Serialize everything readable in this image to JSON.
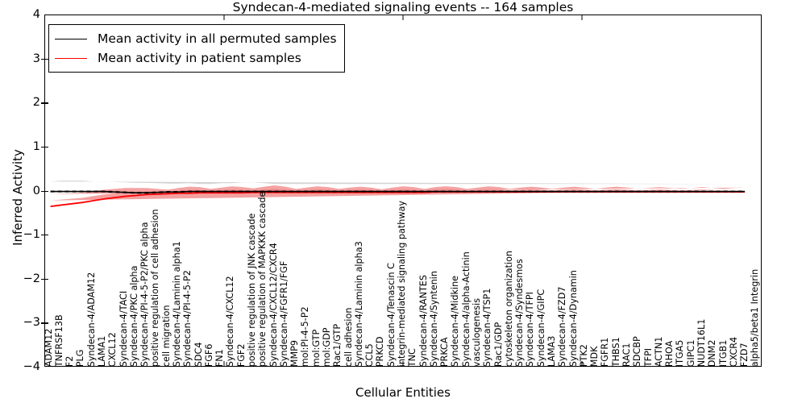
{
  "chart_data": {
    "type": "line",
    "title": "Syndecan-4-mediated signaling events -- 164 samples",
    "xlabel": "Cellular Entities",
    "ylabel": "Inferred Activity",
    "ylim": [
      -4,
      4
    ],
    "yticks": [
      4,
      3,
      2,
      1,
      0,
      -1,
      -2,
      -3,
      -4
    ],
    "grid": false,
    "legend_position": "upper left",
    "colors": {
      "permuted_line": "#000000",
      "patient_line": "#ff0000",
      "patient_band": "#f08080",
      "permuted_band": "#cccccc"
    },
    "legend": [
      {
        "label": "Mean activity in all permuted samples",
        "color": "#000000"
      },
      {
        "label": "Mean activity in patient samples",
        "color": "#ff0000"
      }
    ],
    "categories": [
      "ADAM12",
      "TNFRSF13B",
      "F2",
      "PLG",
      "Syndecan-4/ADAM12",
      "LAMA1",
      "CXCL12",
      "Syndecan-4/TACI",
      "Syndecan-4/PKC alpha",
      "Syndecan-4/PI-4-5-P2/PKC alpha",
      "positive regulation of cell adhesion",
      "cell migration",
      "Syndecan-4/Laminin alpha1",
      "Syndecan-4/PI-4-5-P2",
      "SDC4",
      "FGF6",
      "FN1",
      "Syndecan-4/CXCL12",
      "FGF2",
      "positive regulation of JNK cascade",
      "positive regulation of MAPKKK cascade",
      "Syndecan-4/CXCL12/CXCR4",
      "Syndecan-4/FGFR1/FGF",
      "MMP9",
      "mol:PI-4-5-P2",
      "mol:GTP",
      "mol:GDP",
      "Rac1/GTP",
      "cell adhesion",
      "Syndecan-4/Laminin alpha3",
      "CCL5",
      "PRKCD",
      "Syndecan-4/Tenascin C",
      "integrin-mediated signaling pathway",
      "TNC",
      "Syndecan-4/RANTES",
      "Syndecan-4/Syntenin",
      "PRKCA",
      "Syndecan-4/Midkine",
      "Syndecan-4/alpha-Actinin",
      "vasculogenesis",
      "Syndecan-4/TSP1",
      "Rac1/GDP",
      "cytoskeleton organization",
      "Syndecan-4/Syndesmos",
      "Syndecan-4/TFPI",
      "Syndecan-4/GIPC",
      "LAMA3",
      "Syndecan-4/FZD7",
      "Syndecan-4/Dynamin",
      "PTK2",
      "MDK",
      "FGFR1",
      "THBS1",
      "RAC1",
      "SDCBP",
      "TFPI",
      "ACTN1",
      "RHOA",
      "ITGA5",
      "GIPC1",
      "NUDT16L1",
      "DNM2",
      "ITGB1",
      "CXCR4",
      "FZD7",
      "alpha5/beta1 Integrin"
    ],
    "series": [
      {
        "name": "Mean activity in all permuted samples",
        "color": "#000000",
        "style": "dashed",
        "values": [
          -0.02,
          -0.02,
          -0.02,
          -0.02,
          -0.02,
          -0.02,
          -0.03,
          -0.04,
          -0.05,
          -0.05,
          -0.04,
          -0.03,
          -0.03,
          -0.02,
          -0.02,
          -0.02,
          -0.02,
          -0.02,
          -0.02,
          -0.02,
          -0.02,
          -0.02,
          -0.02,
          -0.02,
          -0.02,
          -0.02,
          -0.02,
          -0.02,
          -0.02,
          -0.02,
          -0.02,
          -0.02,
          -0.02,
          -0.02,
          -0.02,
          -0.02,
          -0.02,
          -0.02,
          -0.02,
          -0.02,
          -0.02,
          -0.02,
          -0.02,
          -0.02,
          -0.02,
          -0.02,
          -0.02,
          -0.02,
          -0.02,
          -0.02,
          -0.02,
          -0.02,
          -0.02,
          -0.02,
          -0.02,
          -0.02,
          -0.02,
          -0.02,
          -0.02,
          -0.02,
          -0.02,
          -0.02,
          -0.02,
          -0.02,
          -0.02,
          -0.02
        ],
        "band_halfwidth": [
          0.12,
          0.13,
          0.13,
          0.13,
          0.12,
          0.12,
          0.12,
          0.12,
          0.12,
          0.12,
          0.11,
          0.1,
          0.1,
          0.1,
          0.09,
          0.09,
          0.1,
          0.1,
          0.11,
          0.11,
          0.1,
          0.09,
          0.09,
          0.09,
          0.09,
          0.09,
          0.09,
          0.09,
          0.09,
          0.09,
          0.09,
          0.09,
          0.09,
          0.09,
          0.09,
          0.09,
          0.09,
          0.09,
          0.09,
          0.09,
          0.09,
          0.09,
          0.09,
          0.09,
          0.09,
          0.09,
          0.09,
          0.09,
          0.09,
          0.09,
          0.09,
          0.09,
          0.09,
          0.09,
          0.09,
          0.09,
          0.09,
          0.09,
          0.09,
          0.09,
          0.09,
          0.09,
          0.09,
          0.09,
          0.09,
          0.09
        ]
      },
      {
        "name": "Mean activity in patient samples",
        "color": "#ff0000",
        "style": "solid",
        "values": [
          -0.36,
          -0.33,
          -0.3,
          -0.27,
          -0.23,
          -0.19,
          -0.16,
          -0.13,
          -0.11,
          -0.09,
          -0.08,
          -0.07,
          -0.06,
          -0.06,
          -0.05,
          -0.05,
          -0.05,
          -0.05,
          -0.05,
          -0.04,
          -0.04,
          -0.04,
          -0.04,
          -0.04,
          -0.04,
          -0.04,
          -0.04,
          -0.04,
          -0.04,
          -0.04,
          -0.04,
          -0.04,
          -0.04,
          -0.04,
          -0.04,
          -0.04,
          -0.03,
          -0.03,
          -0.03,
          -0.03,
          -0.03,
          -0.03,
          -0.03,
          -0.03,
          -0.03,
          -0.03,
          -0.03,
          -0.03,
          -0.03,
          -0.03,
          -0.03,
          -0.03,
          -0.03,
          -0.03,
          -0.03,
          -0.03,
          -0.03,
          -0.03,
          -0.03,
          -0.03,
          -0.03,
          -0.03,
          -0.03,
          -0.03,
          -0.03,
          -0.03
        ],
        "band_halfwidth": [
          0.28,
          0.26,
          0.24,
          0.22,
          0.22,
          0.21,
          0.2,
          0.19,
          0.17,
          0.15,
          0.12,
          0.09,
          0.12,
          0.15,
          0.13,
          0.09,
          0.12,
          0.15,
          0.13,
          0.09,
          0.13,
          0.16,
          0.13,
          0.08,
          0.11,
          0.14,
          0.12,
          0.08,
          0.11,
          0.13,
          0.11,
          0.07,
          0.11,
          0.14,
          0.12,
          0.08,
          0.11,
          0.13,
          0.11,
          0.07,
          0.1,
          0.13,
          0.11,
          0.07,
          0.1,
          0.12,
          0.1,
          0.07,
          0.1,
          0.12,
          0.1,
          0.07,
          0.1,
          0.12,
          0.1,
          0.07,
          0.09,
          0.11,
          0.09,
          0.07,
          0.09,
          0.11,
          0.09,
          0.07,
          0.09,
          0.1
        ]
      }
    ]
  }
}
